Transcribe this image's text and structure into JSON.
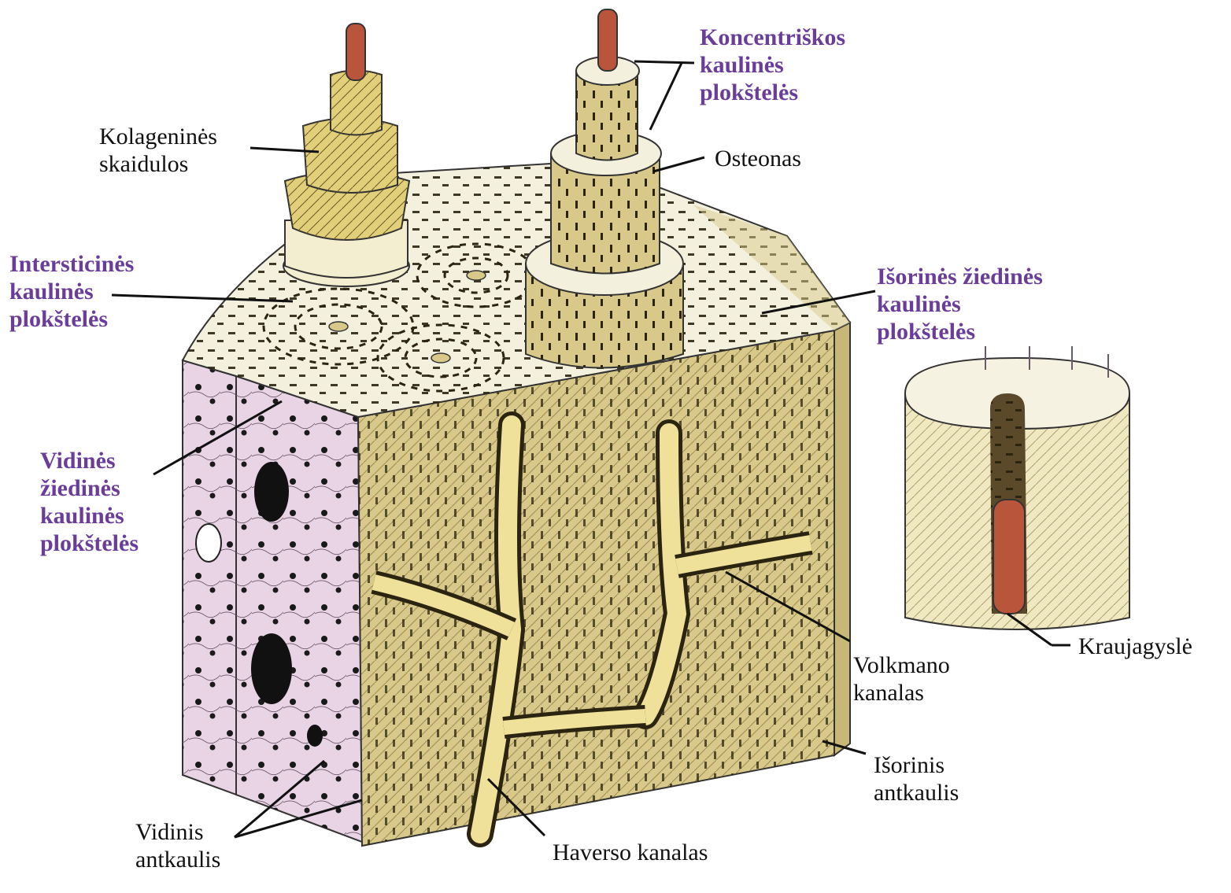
{
  "colors": {
    "bone": "#d8c98a",
    "bone_dark": "#8d7c45",
    "top": "#f4f0de",
    "endosteum": "#e8d4e4",
    "canal": "#efe09a",
    "vessel": "#b8553a",
    "label_accent": "#6a3d9a",
    "label_plain": "#111111"
  },
  "labels": {
    "kolageno": [
      "Kolageninės",
      "skaidulos"
    ],
    "koncentriskos": [
      "Koncentriškos",
      "kaulinės",
      "plokštelės"
    ],
    "osteonas": [
      "Osteonas"
    ],
    "intersticines": [
      "Intersticinės",
      "kaulinės",
      "plokštelės"
    ],
    "isorines_ziedines": [
      "Išorinės žiedinės",
      "kaulinės",
      "plokštelės"
    ],
    "vidines_ziedines": [
      "Vidinės",
      "žiedinės",
      "kaulinės",
      "plokštelės"
    ],
    "volkmano": [
      "Volkmano",
      "kanalas"
    ],
    "kraujagysle": [
      "Kraujagyslė"
    ],
    "isorinis_antkaulis": [
      "Išorinis",
      "antkaulis"
    ],
    "vidinis_antkaulis": [
      "Vidinis",
      "antkaulis"
    ],
    "haverso": [
      "Haverso kanalas"
    ]
  }
}
